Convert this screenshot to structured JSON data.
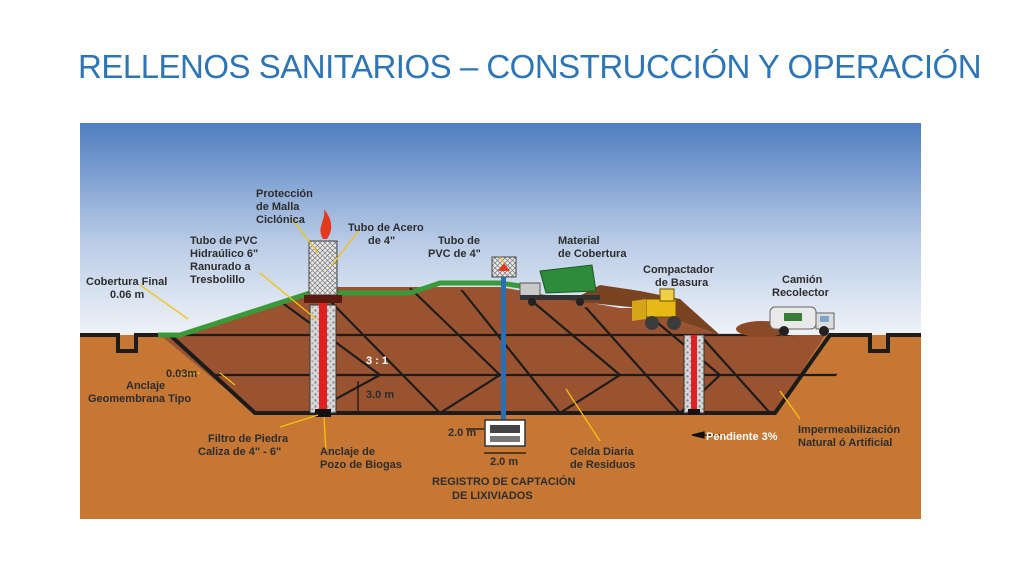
{
  "slide": {
    "title": "RELLENOS SANITARIOS – CONSTRUCCIÓN Y OPERACIÓN"
  },
  "diagram": {
    "labels": {
      "proteccion": [
        "Protección",
        "de Malla",
        "Ciclónica"
      ],
      "tubo_acero": [
        "Tubo de Acero",
        "de 4\""
      ],
      "tubo_pvc_hidraulico": [
        "Tubo de PVC",
        "Hidraúlico 6\"",
        "Ranurado a",
        "Tresbolillo"
      ],
      "tubo_pvc_4": [
        "Tubo de",
        "PVC de 4\""
      ],
      "material_cobertura": [
        "Material",
        "de Cobertura"
      ],
      "compactador": [
        "Compactador",
        "de Basura"
      ],
      "camion": [
        "Camión",
        "Recolector"
      ],
      "cobertura_final": [
        "Cobertura Final",
        "0.06 m"
      ],
      "dim_003": "0.03m",
      "anclaje_geomembrana": [
        "Anclaje",
        "Geomembrana Tipo"
      ],
      "ratio": "3 : 1",
      "dim_30": "3.0 m",
      "filtro": [
        "Filtro de Piedra",
        "Caliza de 4\" - 6\""
      ],
      "anclaje_pozo": [
        "Anclaje de",
        "Pozo de Biogas"
      ],
      "dim_20_left": "2.0 m",
      "dim_20_bottom": "2.0 m",
      "registro": [
        "REGISTRO DE CAPTACIÓN",
        "DE LIXIVIADOS"
      ],
      "celda": [
        "Celda Diaria",
        "de Residuos"
      ],
      "pendiente": "Pendiente 3%",
      "impermeabilizacion": [
        "Impermeabilización",
        "Natural ó Artificial"
      ]
    },
    "colors": {
      "sky_top": "#4f7ec0",
      "sky_bottom": "#f1f4f9",
      "soil": "#c57733",
      "waste": "#9a5330",
      "liner": "#1c1c1c",
      "cover": "#3a9a3a",
      "pipe_red": "#e02020",
      "pipe_blue": "#2a6fb5",
      "leader": "#f4c20d"
    }
  }
}
